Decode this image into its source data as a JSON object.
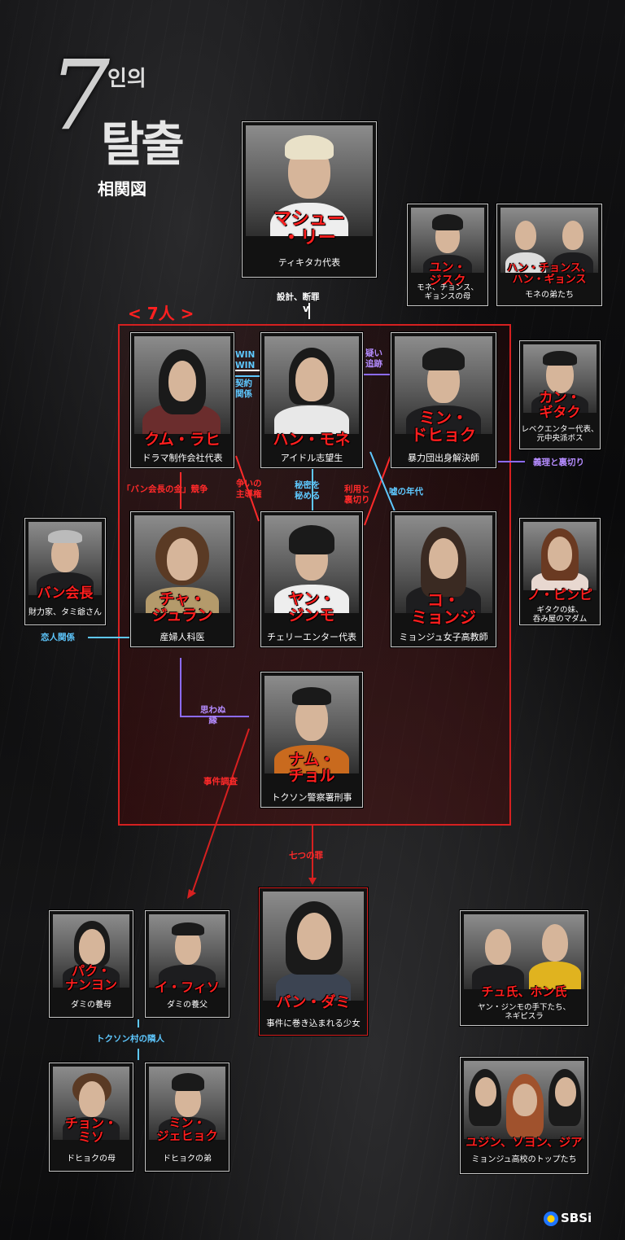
{
  "logo": {
    "seven": "7",
    "k1": "인의",
    "k2": "탈출",
    "subtitle": "相関図"
  },
  "seven_title": "< 7人 >",
  "cards": {
    "matthew": {
      "name": "マシュー\n・リー",
      "role": "ティキタカ代表"
    },
    "yun": {
      "name": "ユン・\nジスク",
      "role": "モネ、チョンス、\nギョンスの母"
    },
    "han_brothers": {
      "name": "ハン・チョンス、\nハン・ギョンス",
      "role": "モネの弟たち"
    },
    "kumu": {
      "name": "クム・ラヒ",
      "role": "ドラマ制作会社代表"
    },
    "monet": {
      "name": "ハン・モネ",
      "role": "アイドル志望生"
    },
    "min": {
      "name": "ミン・\nドヒョク",
      "role": "暴力団出身解決師"
    },
    "kang": {
      "name": "カン・\nギタク",
      "role": "レベクエンター代表、\n元中央派ボス"
    },
    "ban_kaicho": {
      "name": "バン会長",
      "role": "財力家、タミ爺さん"
    },
    "cha": {
      "name": "チャ・\nジュラン",
      "role": "産婦人科医"
    },
    "yang": {
      "name": "ヤン・\nジンモ",
      "role": "チェリーエンター代表"
    },
    "ko": {
      "name": "コ・\nミョンジ",
      "role": "ミョンジュ女子高教師"
    },
    "no": {
      "name": "ノ・ピンピ",
      "role": "ギタクの妹、\n呑み屋のマダム"
    },
    "nam": {
      "name": "ナム・\nチョル",
      "role": "トクソン警察署刑事"
    },
    "park": {
      "name": "パク・\nナンヨン",
      "role": "ダミの養母"
    },
    "lee": {
      "name": "イ・フィソ",
      "role": "ダミの養父"
    },
    "dami": {
      "name": "バン・ダミ",
      "role": "事件に巻き込まれる少女"
    },
    "chu": {
      "name": "チュ氏、ホン氏",
      "role": "ヤン・ジンモの手下たち、\nネギピスラ"
    },
    "jeon": {
      "name": "チョン・\nミソ",
      "role": "ドヒョクの母"
    },
    "min_jae": {
      "name": "ミン・\nジェヒョク",
      "role": "ドヒョクの弟"
    },
    "yujin": {
      "name": "ユジン、ソヨン、ジア",
      "role": "ミョンジュ高校のトップたち"
    }
  },
  "relations": {
    "design": "設計、断罪",
    "winwin": "WIN\nWIN",
    "contract": "契約\n関係",
    "doubt": "疑い\n追跡",
    "giri": "義理と裏切り",
    "ban_money": "「バン会長の金」競争",
    "arasoi": "争いの\n主導権",
    "himitsu": "秘密を\n秘める",
    "riyou": "利用と\n裏切り",
    "uso": "嘘の年代",
    "koibito": "恋人関係",
    "omowanu": "思わぬ\n縁",
    "jiken": "事件調査",
    "nanatsu": "七つの罪",
    "rinjin": "トクソン村の隣人"
  },
  "brand": "SBSi"
}
